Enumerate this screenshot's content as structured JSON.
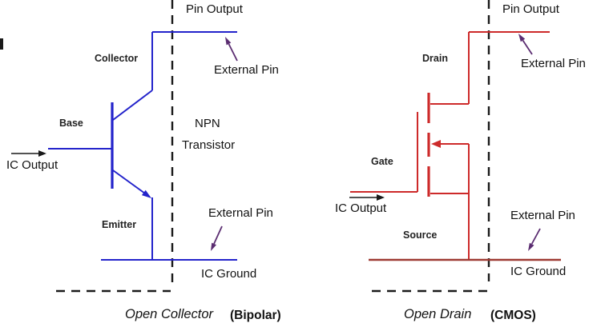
{
  "colors": {
    "bipolar_blue": "#2323cb",
    "cmos_red": "#cd2a2a",
    "cmos_ground_red": "#9e3a33",
    "annotation_purple": "#5b2d71",
    "ink_black": "#1a1a1a"
  },
  "left_diagram": {
    "pin_output": "Pin Output",
    "collector_label": "Collector",
    "external_pin_top": "External Pin",
    "base_label": "Base",
    "transistor_type_line1": "NPN",
    "transistor_type_line2": "Transistor",
    "ic_output": "IC Output",
    "emitter_label": "Emitter",
    "external_pin_bottom": "External Pin",
    "ic_ground": "IC Ground",
    "caption": "Open Collector",
    "caption_qualifier": "(Bipolar)"
  },
  "right_diagram": {
    "pin_output": "Pin Output",
    "drain_label": "Drain",
    "external_pin_top": "External Pin",
    "gate_label": "Gate",
    "ic_output": "IC Output",
    "source_label": "Source",
    "external_pin_bottom": "External Pin",
    "ic_ground": "IC Ground",
    "caption": "Open Drain",
    "caption_qualifier": "(CMOS)"
  }
}
